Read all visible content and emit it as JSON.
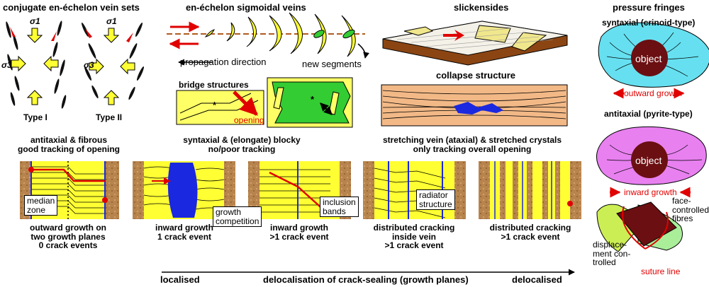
{
  "panels": {
    "conjugate": {
      "title": "conjugate en-échelon vein sets",
      "sigma1": "σ1",
      "sigma3": "σ3",
      "type1": "Type I",
      "type2": "Type II"
    },
    "sigmoidal": {
      "title": "en-échelon sigmoidal veins",
      "propagation": "propagation direction",
      "new_segments": "new segments"
    },
    "slickensides": {
      "title": "slickensides"
    },
    "pressure_fringes": {
      "title": "pressure fringes",
      "syntaxial": "syntaxial (crinoid-type)",
      "object1": "object",
      "outward_growth": "outward growth",
      "antitaxial": "antitaxial (pyrite-type)",
      "object2": "object",
      "inward_growth": "inward growth",
      "face_controlled": "face-\ncontrolled\nfibres",
      "displacement": "displace-\nment con-\ntrolled",
      "suture": "suture line"
    },
    "bridge": {
      "title": "bridge structures",
      "opening": "opening",
      "star1": "*",
      "star2": "*"
    },
    "collapse": {
      "title": "collapse structure"
    }
  },
  "categories": {
    "antitaxial": "antitaxial & fibrous\ngood tracking of opening",
    "syntaxial": "syntaxial & (elongate) blocky\nno/poor tracking",
    "stretching": "stretching vein (ataxial) & stretched crystals\nonly tracking overall opening"
  },
  "callouts": {
    "median": "median\nzone",
    "growth_comp": "growth\ncompetition",
    "inclusion": "inclusion\nbands",
    "radiator": "radiator\nstructure"
  },
  "captions": [
    "outward growth on\ntwo growth planes\n0 crack events",
    "inward growth\n1 crack event",
    "inward growth\n>1 crack event",
    "distributed cracking\ninside vein\n>1 crack event",
    "distributed cracking\n>1 crack event"
  ],
  "axis": {
    "left": "localised",
    "middle": "delocalisation of crack-sealing (growth planes)",
    "right": "delocalised"
  },
  "colors": {
    "vein": "#ffff33",
    "wallrock": "#b8844d",
    "syntaxial_fringe": "#66e0f0",
    "antitaxial_fringe": "#e880f0",
    "object": "#6b0f12",
    "green": "#33cc33",
    "collapse": "#f2b987",
    "arrow": "#e00000",
    "blue": "#1a28e0"
  }
}
